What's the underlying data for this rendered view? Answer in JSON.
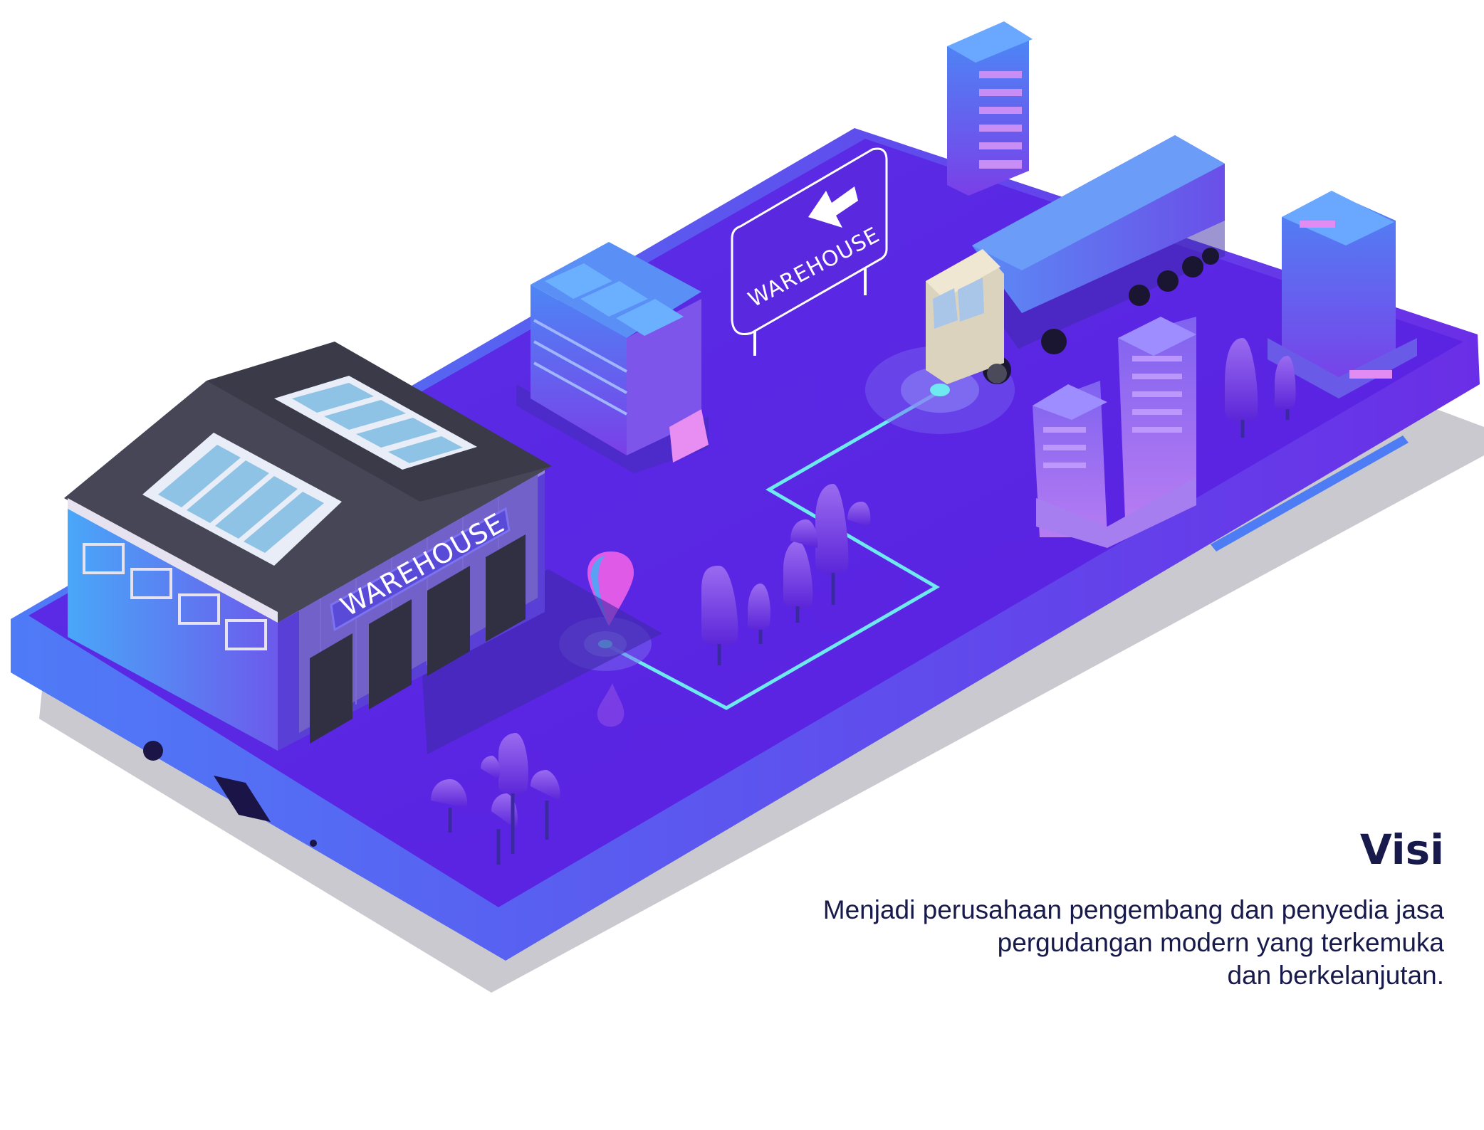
{
  "scene": {
    "sign_label": "WAREHOUSE",
    "building_label": "WAREHOUSE",
    "icons": [
      "warehouse-building",
      "direction-sign",
      "truck",
      "location-pin",
      "office-building",
      "tree"
    ]
  },
  "vision": {
    "title": "Visi",
    "lines": [
      "Menjadi perusahaan pengembang dan penyedia jasa",
      "pergudangan modern yang terkemuka",
      "dan berkelanjutan."
    ]
  },
  "colors": {
    "phone_body": "#6236e6",
    "phone_screen": "#5a22e0",
    "route_line": "#6ee9f0",
    "pin": "#e05ae8",
    "text": "#171a4a"
  }
}
